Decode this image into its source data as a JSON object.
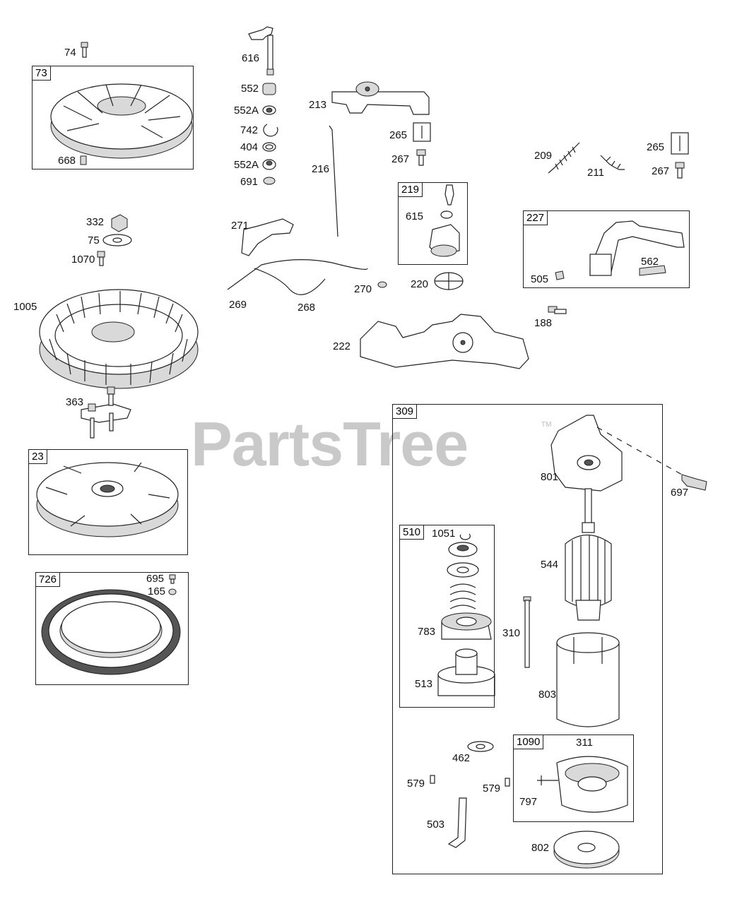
{
  "watermark": "PartsTree",
  "trademark": "TM",
  "boxes": [
    {
      "id": "73"
    },
    {
      "id": "23"
    },
    {
      "id": "726"
    },
    {
      "id": "219"
    },
    {
      "id": "227"
    },
    {
      "id": "309"
    },
    {
      "id": "510"
    },
    {
      "id": "1090"
    }
  ],
  "labels": [
    "74",
    "668",
    "616",
    "552",
    "552A",
    "742",
    "404",
    "552A",
    "691",
    "213",
    "265",
    "267",
    "216",
    "209",
    "211",
    "265",
    "267",
    "615",
    "220",
    "562",
    "505",
    "188",
    "271",
    "269",
    "268",
    "270",
    "222",
    "332",
    "75",
    "1070",
    "1005",
    "363",
    "695",
    "165",
    "801",
    "697",
    "1051",
    "544",
    "783",
    "310",
    "513",
    "803",
    "311",
    "462",
    "579",
    "579",
    "797",
    "503",
    "802"
  ]
}
